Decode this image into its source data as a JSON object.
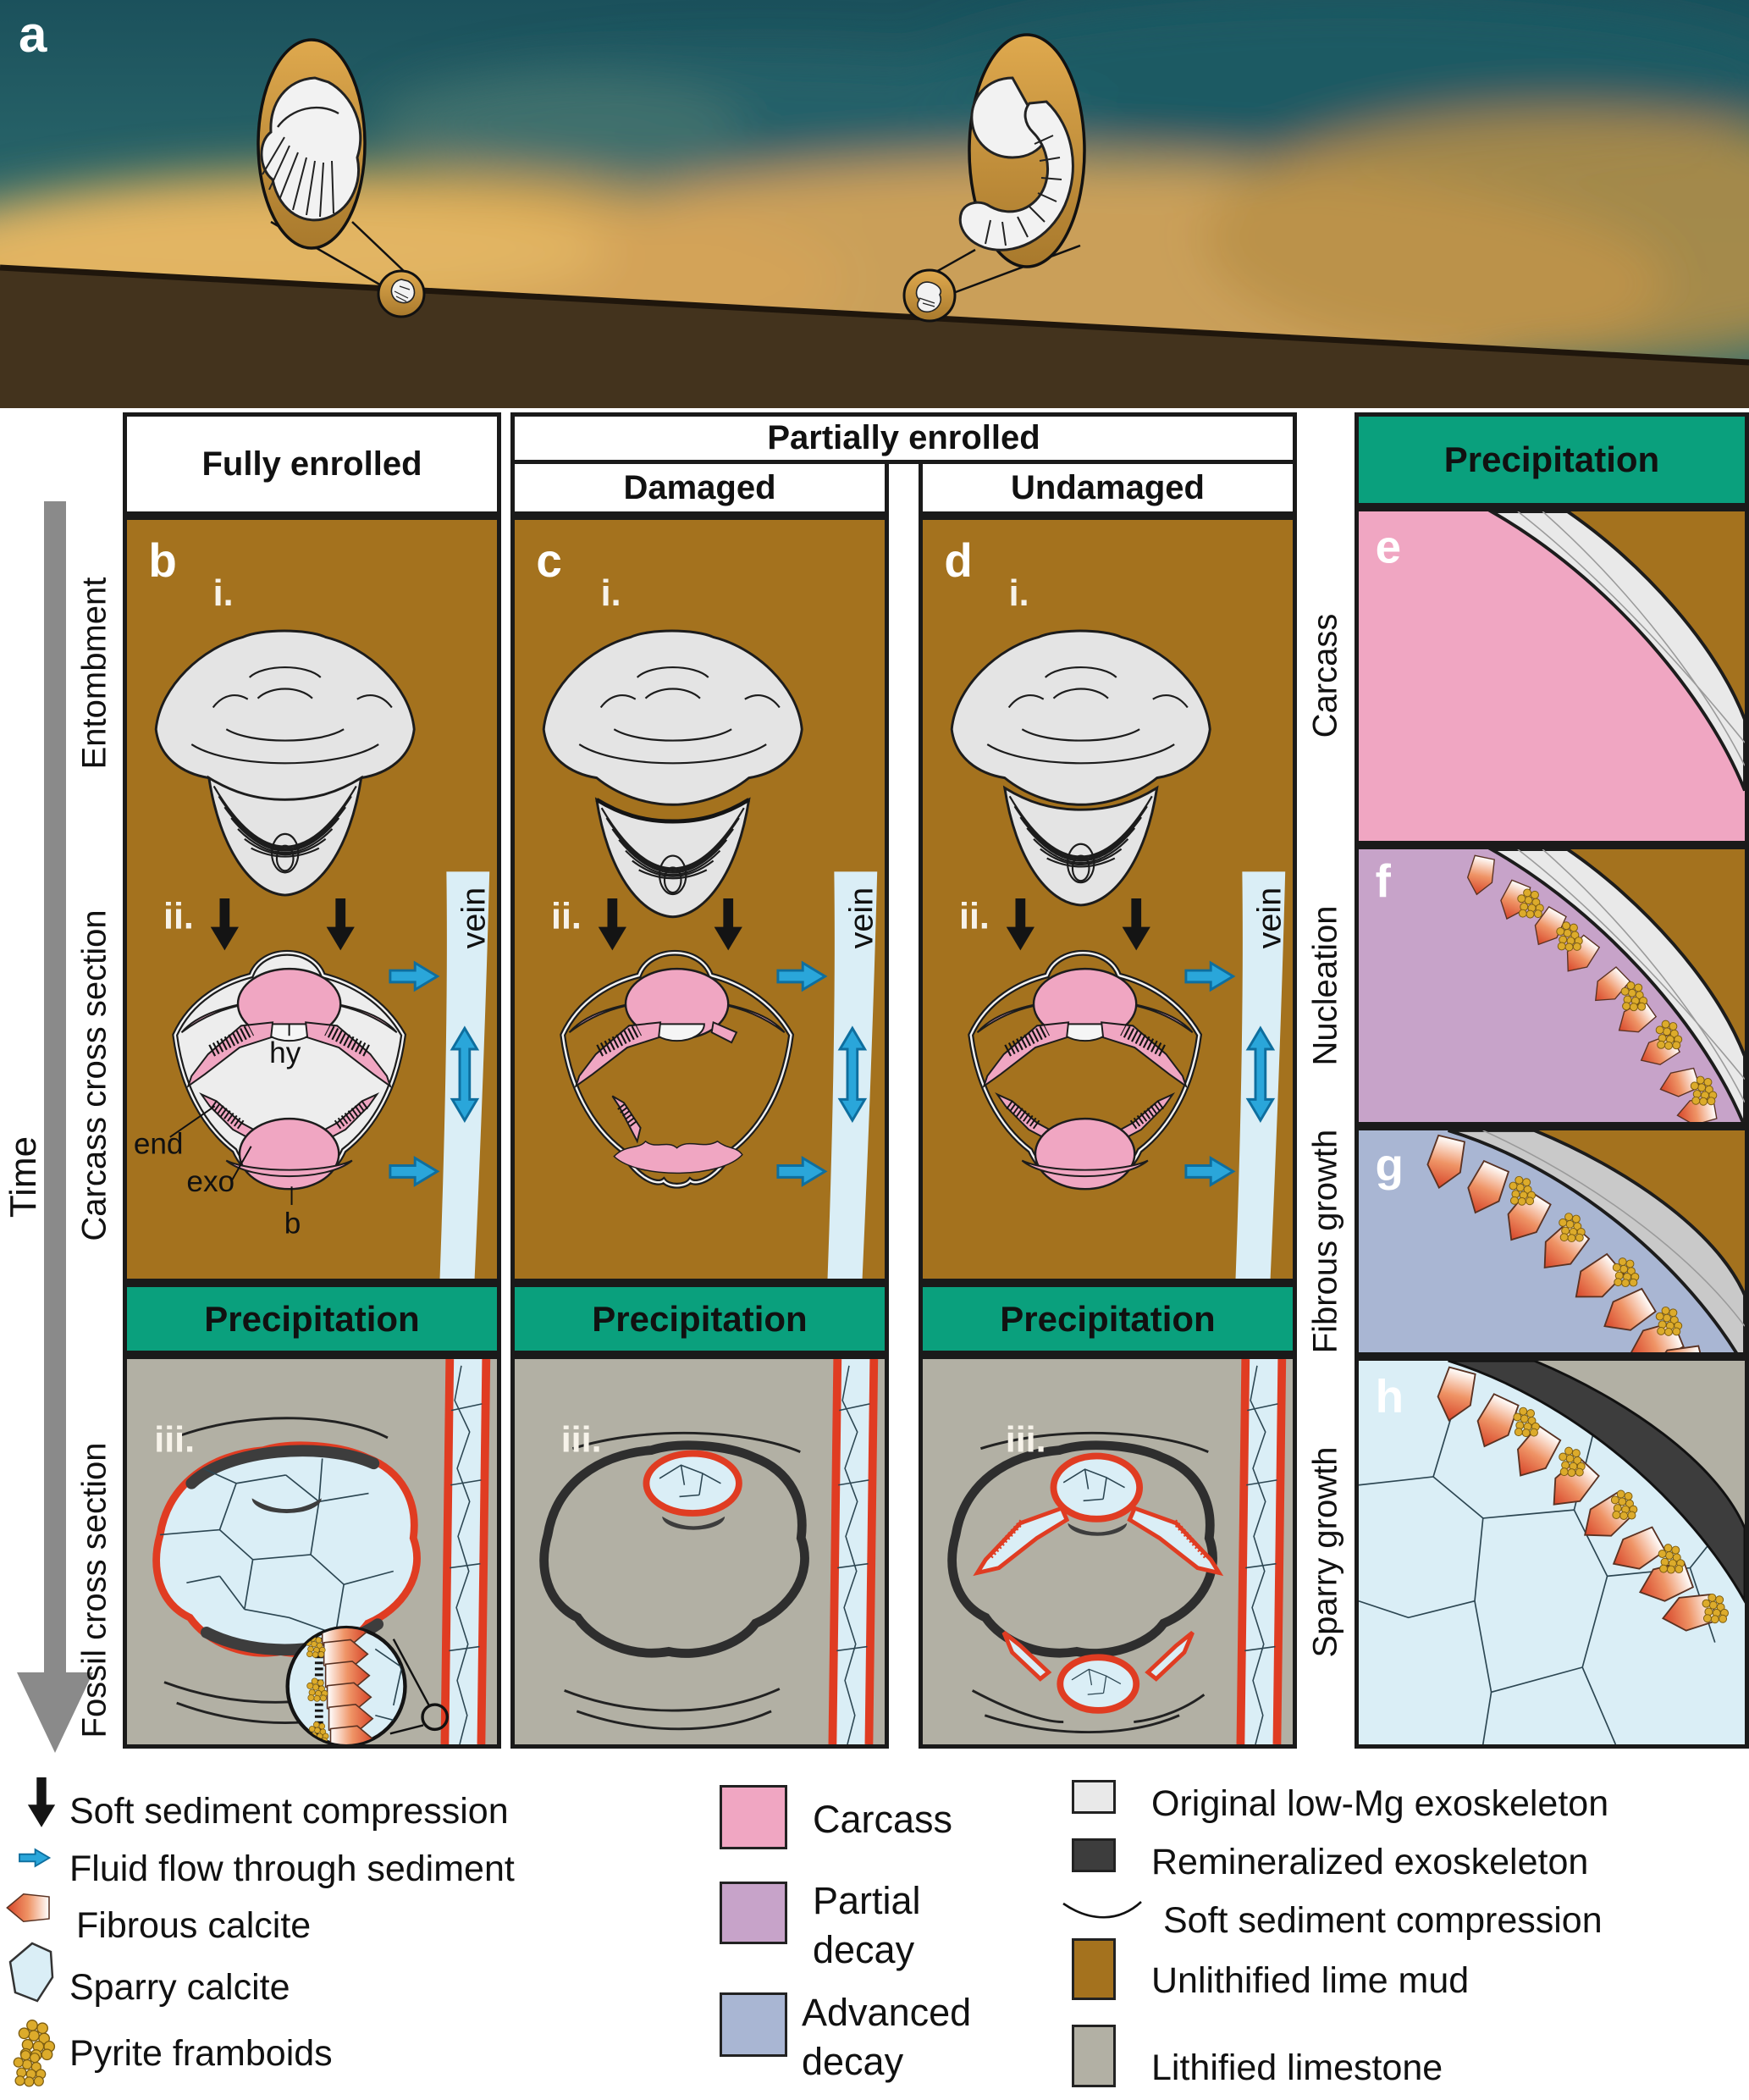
{
  "panel_a": {
    "label": "a"
  },
  "headers": {
    "fully_enrolled": "Fully enrolled",
    "partially_enrolled": "Partially enrolled",
    "damaged": "Damaged",
    "undamaged": "Undamaged"
  },
  "time_axis": {
    "label": "Time",
    "rows": [
      "Entombment",
      "Carcass cross section",
      "Fossil cross section"
    ]
  },
  "stages": {
    "i": "i.",
    "ii": "ii.",
    "iii": "iii."
  },
  "panels": {
    "b": "b",
    "c": "c",
    "d": "d",
    "e": "e",
    "f": "f",
    "g": "g",
    "h": "h"
  },
  "precipitation": "Precipitation",
  "vein": "vein",
  "anatomy": {
    "hy": "hy",
    "end": "end",
    "exo": "exo",
    "b": "b"
  },
  "right_column": {
    "header": "Precipitation",
    "rows": [
      "Carcass",
      "Nucleation",
      "Fibrous growth",
      "Sparry growth"
    ]
  },
  "legend": {
    "symbol_items": [
      {
        "icon": "down-arrow-icon",
        "label": "Soft sediment compression"
      },
      {
        "icon": "flow-arrow-icon",
        "label": "Fluid flow through sediment"
      },
      {
        "icon": "fibrous-calcite-icon",
        "label": "Fibrous calcite"
      },
      {
        "icon": "sparry-calcite-icon",
        "label": "Sparry calcite"
      },
      {
        "icon": "pyrite-framboids-icon",
        "label": "Pyrite framboids"
      }
    ],
    "decay_items": [
      {
        "label": "Carcass",
        "color": "#f0a6c2"
      },
      {
        "label": "Partial decay",
        "color": "#c7a3c9"
      },
      {
        "label": "Advanced decay",
        "color": "#a9b6d3"
      }
    ],
    "material_items": [
      {
        "label": "Original low-Mg exoskeleton",
        "color": "#e9e9e9"
      },
      {
        "label": "Remineralized exoskeleton",
        "color": "#3d3d3d"
      },
      {
        "label": "Soft sediment compression",
        "icon": "compression-curve-icon"
      },
      {
        "label": "Unlithified lime mud",
        "color": "#a4721e"
      },
      {
        "label": "Lithified limestone",
        "color": "#b2b0a4"
      }
    ]
  },
  "colors": {
    "carcass": "#f0a6c2",
    "partial_decay": "#c7a3c9",
    "advanced_decay": "#a9b6d3",
    "sparry_calcite": "#daeef6",
    "fibrous_calcite": "#d7452a",
    "pyrite": "#dcab2b",
    "original_exoskeleton": "#e9e9e9",
    "remineralized_exoskeleton": "#3d3d3d",
    "unlithified_lime_mud": "#a4721e",
    "lithified_limestone": "#b2b0a4",
    "precipitation_bar": "#0aa07d",
    "vein_fill": "#daeef6",
    "vein_rim": "#e03c22",
    "fluid_arrow": "#2aa6da",
    "time_arrow": "#8a8a8a"
  }
}
